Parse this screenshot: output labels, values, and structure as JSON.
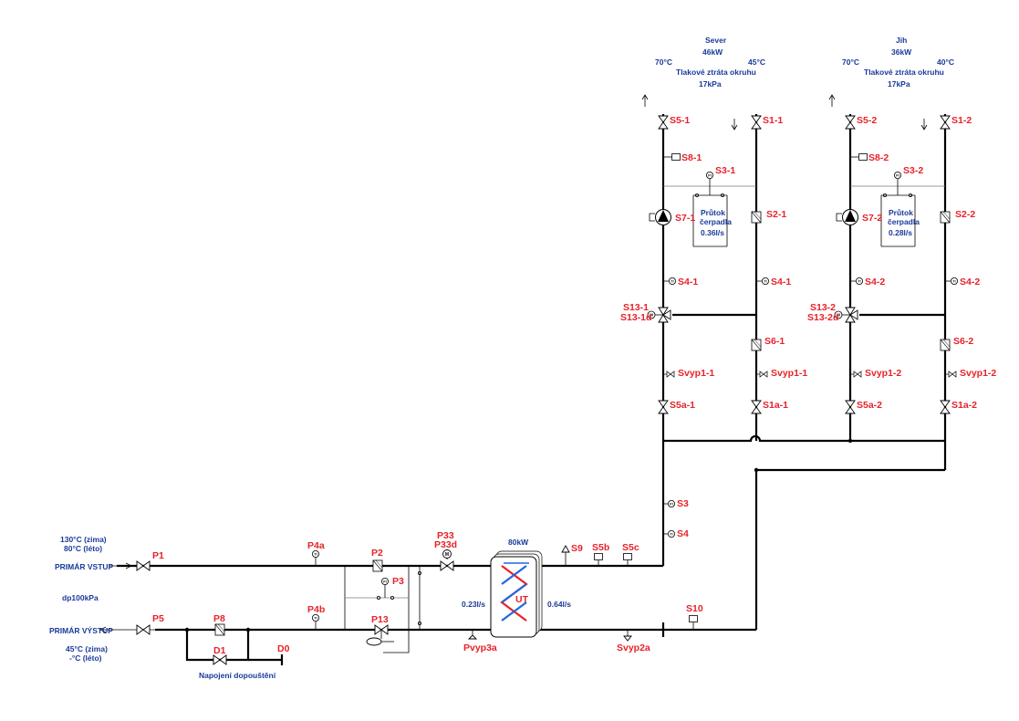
{
  "circuits": {
    "sever": {
      "name": "Sever",
      "power": "46kW",
      "t_supply": "70°C",
      "t_return": "45°C",
      "loss_label": "Tlakové ztráta okruhu",
      "loss_value": "17kPa",
      "pump_flow_label_1": "Průtok",
      "pump_flow_label_2": "čerpadla",
      "pump_flow_value": "0.36l/s",
      "tags": {
        "s5": "S5-1",
        "s1": "S1-1",
        "s8": "S8-1",
        "s3": "S3-1",
        "s7": "S7-1",
        "s2": "S2-1",
        "s4a": "S4-1",
        "s4b": "S4-1",
        "s13": "S13-1",
        "s13d": "S13-1d",
        "s6": "S6-1",
        "svyp_a": "Svyp1-1",
        "svyp_b": "Svyp1-1",
        "s5a": "S5a-1",
        "s1a": "S1a-1"
      }
    },
    "jih": {
      "name": "Jih",
      "power": "36kW",
      "t_supply": "70°C",
      "t_return": "40°C",
      "loss_label": "Tlakové ztráta okruhu",
      "loss_value": "17kPa",
      "pump_flow_label_1": "Průtok",
      "pump_flow_label_2": "čerpadla",
      "pump_flow_value": "0.28l/s",
      "tags": {
        "s5": "S5-2",
        "s1": "S1-2",
        "s8": "S8-2",
        "s3": "S3-2",
        "s7": "S7-2",
        "s2": "S2-2",
        "s4a": "S4-2",
        "s4b": "S4-2",
        "s13": "S13-2",
        "s13d": "S13-2d",
        "s6": "S6-2",
        "svyp_a": "Svyp1-2",
        "svyp_b": "Svyp1-2",
        "s5a": "S5a-2",
        "s1a": "S1a-2"
      }
    }
  },
  "primary": {
    "temp_winter": "130°C (zima)",
    "temp_summer": "80°C (léto)",
    "inlet_label": "PRIMÁR VSTUP",
    "dp_label": "dp100kPa",
    "outlet_label": "PRIMÁR VÝSTUP",
    "ret_winter": "45°C (zima)",
    "ret_summer": "-°C (léto)"
  },
  "exchanger": {
    "power": "80kW",
    "label": "UT",
    "flow_primary": "0.23l/s",
    "flow_secondary": "0.64l/s"
  },
  "tags": {
    "p1": "P1",
    "p4a": "P4a",
    "p2": "P2",
    "p3": "P3",
    "p33": "P33",
    "p33d": "P33d",
    "p4b": "P4b",
    "p13": "P13",
    "p5": "P5",
    "p8": "P8",
    "d1": "D1",
    "d0": "D0",
    "pvyp": "Pvyp3a",
    "s9": "S9",
    "s5b": "S5b",
    "s5c": "S5c",
    "s10": "S10",
    "svyp2": "Svyp2a",
    "s3": "S3",
    "s4": "S4"
  },
  "fill_label": "Napojení dopouštění"
}
